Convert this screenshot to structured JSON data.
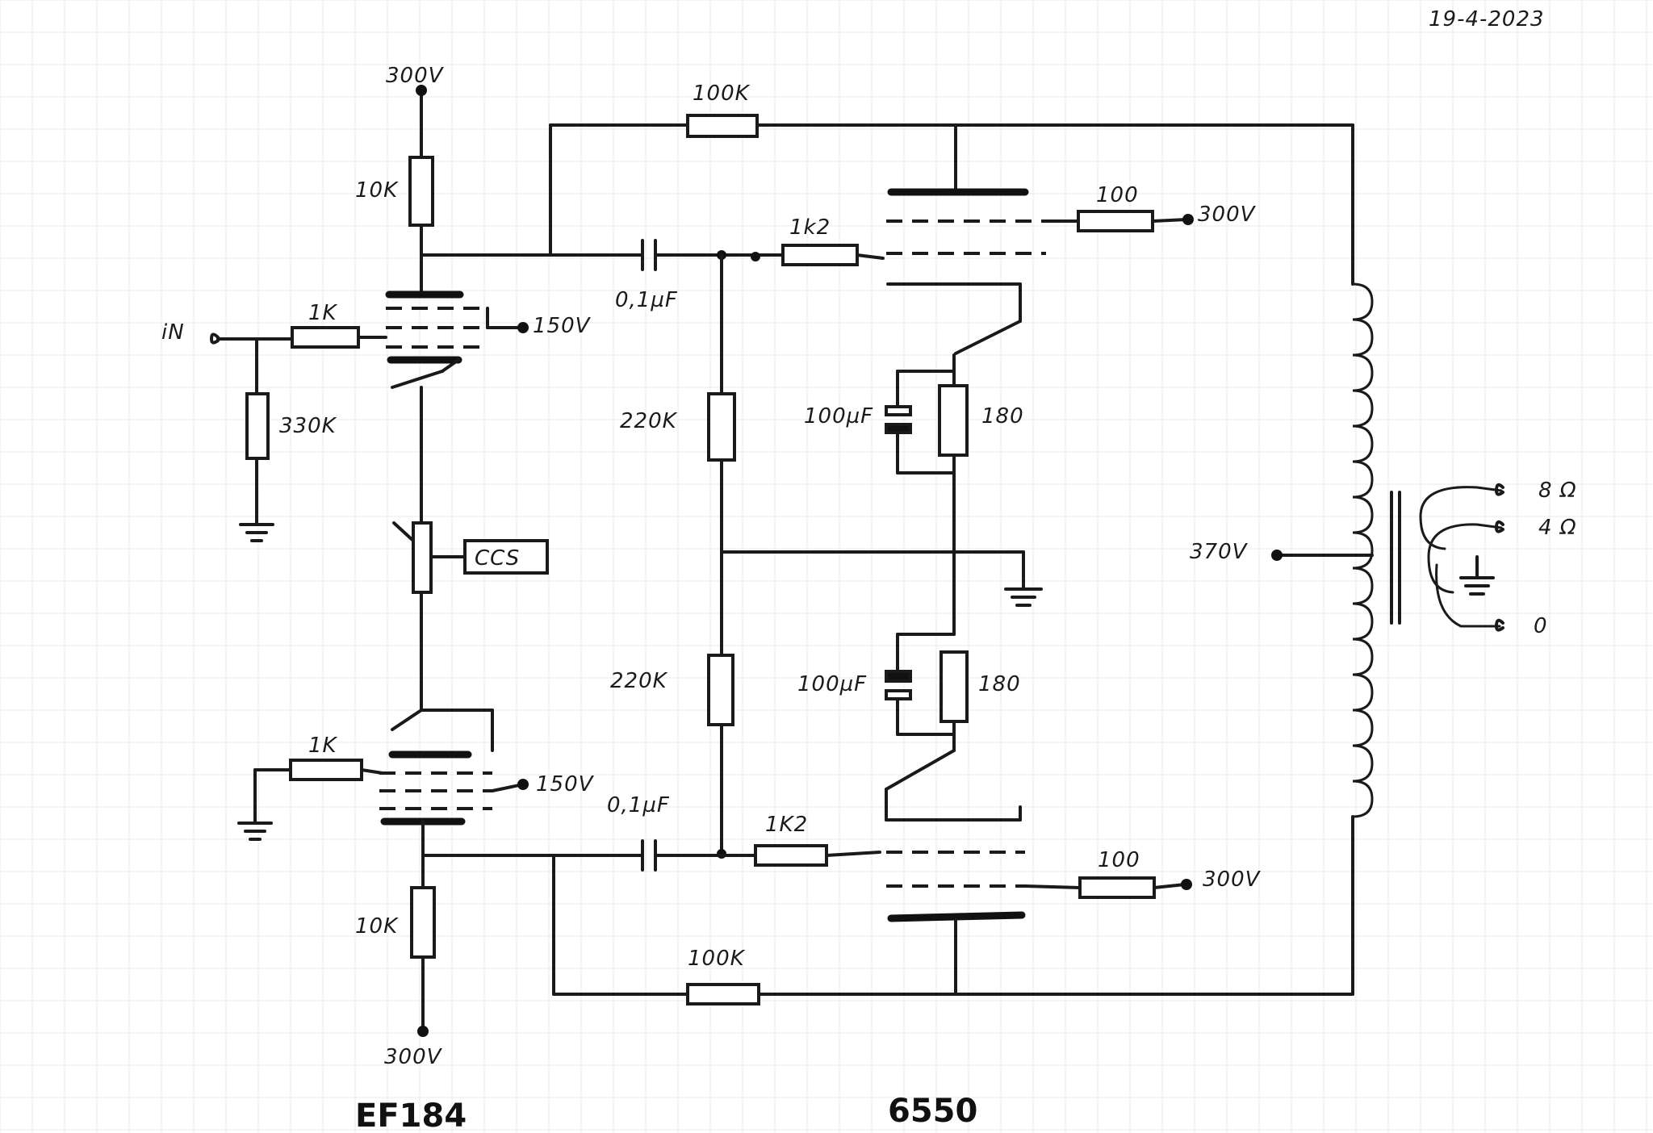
{
  "date": "19-4-2023",
  "tubes": {
    "driver": "EF184",
    "power": "6550"
  },
  "labels": {
    "input": "iN",
    "r_in_series": "1K",
    "r_in_grid": "330K",
    "b_plus_top": "300V",
    "r_plate_top": "10K",
    "g2_top": "150V",
    "c_top": "0,1µF",
    "r_g1_top": "1k2",
    "r_fb_top": "100K",
    "r_g2_6550_top": "100",
    "v_g2_6550_top": "300V",
    "r_bias_top": "220K",
    "c_k_top": "100µF",
    "r_k_top": "180",
    "ccs": "CCS",
    "r_series_bottom": "1K",
    "g2_bottom": "150V",
    "c_bottom": "0,1µF",
    "r_g1_bottom": "1K2",
    "r_bias_bottom": "220K",
    "c_k_bottom": "100µF",
    "r_k_bottom": "180",
    "r_g2_6550_bottom": "100",
    "v_g2_6550_bottom": "300V",
    "r_plate_bottom": "10K",
    "b_plus_bottom": "300V",
    "r_fb_bottom": "100K",
    "ct_voltage": "370V",
    "tap_8": "8 Ω",
    "tap_4": "4 Ω",
    "tap_0": "0"
  }
}
